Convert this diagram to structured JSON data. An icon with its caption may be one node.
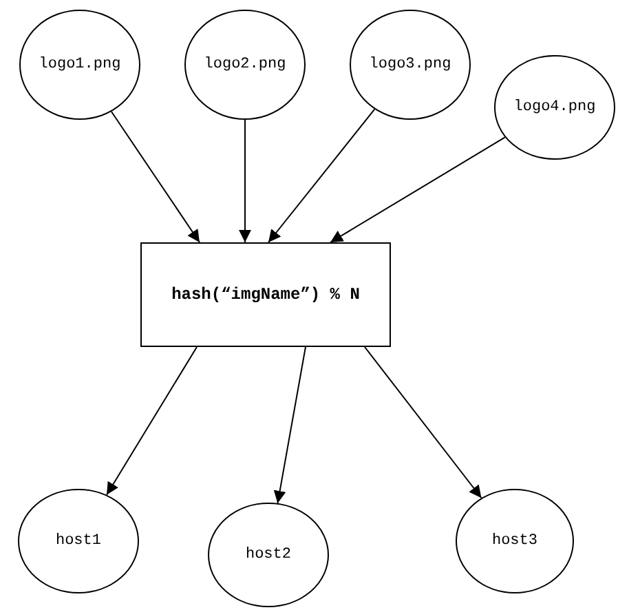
{
  "diagram": {
    "nodes": [
      {
        "text": [
          "logo1.png"
        ]
      },
      {
        "text": [
          "logo2.png"
        ]
      },
      {
        "text": [
          "logo3.png"
        ]
      },
      {
        "text": [
          "logo4.png"
        ]
      },
      {
        "text": [
          "hash(“imgName”) % N"
        ]
      },
      {
        "text": [
          "host1"
        ]
      },
      {
        "text": [
          "host2"
        ]
      },
      {
        "text": [
          "host3"
        ]
      }
    ],
    "edges": [
      {
        "from": 0,
        "to": 4,
        "arrow": "to"
      },
      {
        "from": 1,
        "to": 4,
        "arrow": "to"
      },
      {
        "from": 2,
        "to": 4,
        "arrow": "to"
      },
      {
        "from": 3,
        "to": 4,
        "arrow": "to"
      },
      {
        "from": 4,
        "to": 5,
        "arrow": "to"
      },
      {
        "from": 4,
        "to": 6,
        "arrow": "to"
      },
      {
        "from": 4,
        "to": 7,
        "arrow": "to"
      }
    ]
  }
}
